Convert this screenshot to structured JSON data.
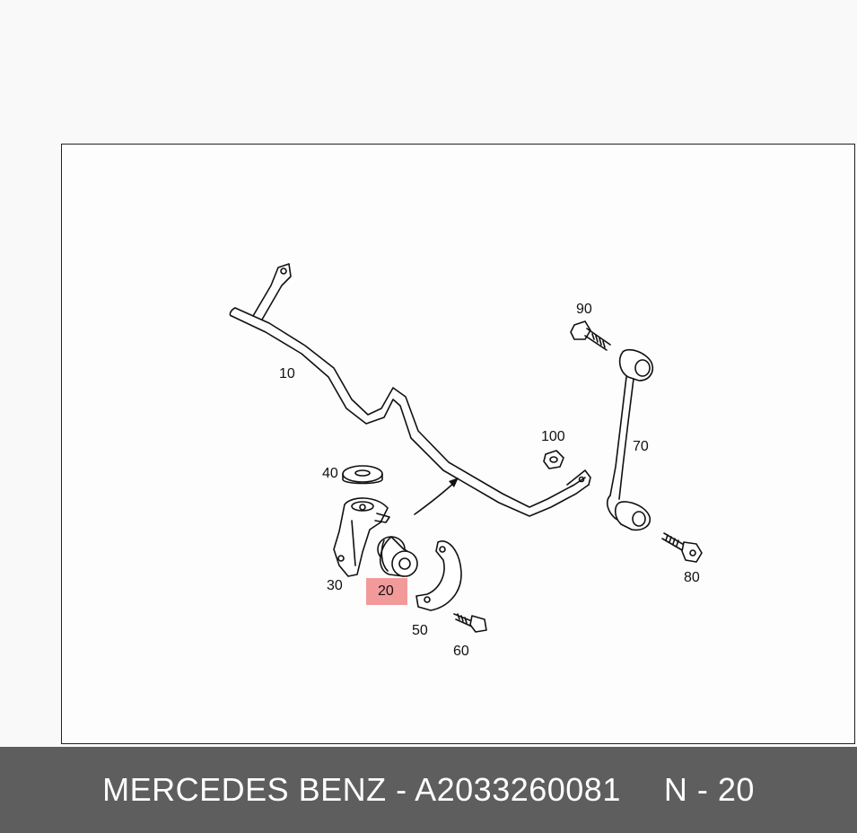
{
  "diagram": {
    "part_labels": {
      "p10": "10",
      "p20": "20",
      "p30": "30",
      "p40": "40",
      "p50": "50",
      "p60": "60",
      "p70": "70",
      "p80": "80",
      "p90": "90",
      "p100": "100"
    },
    "highlight_color": "#f29a9a",
    "highlighted_part": "20"
  },
  "footer": {
    "brand_part_text": "MERCEDES BENZ - A2033260081",
    "position_text": "N - 20",
    "background": "#5e5e5e"
  }
}
